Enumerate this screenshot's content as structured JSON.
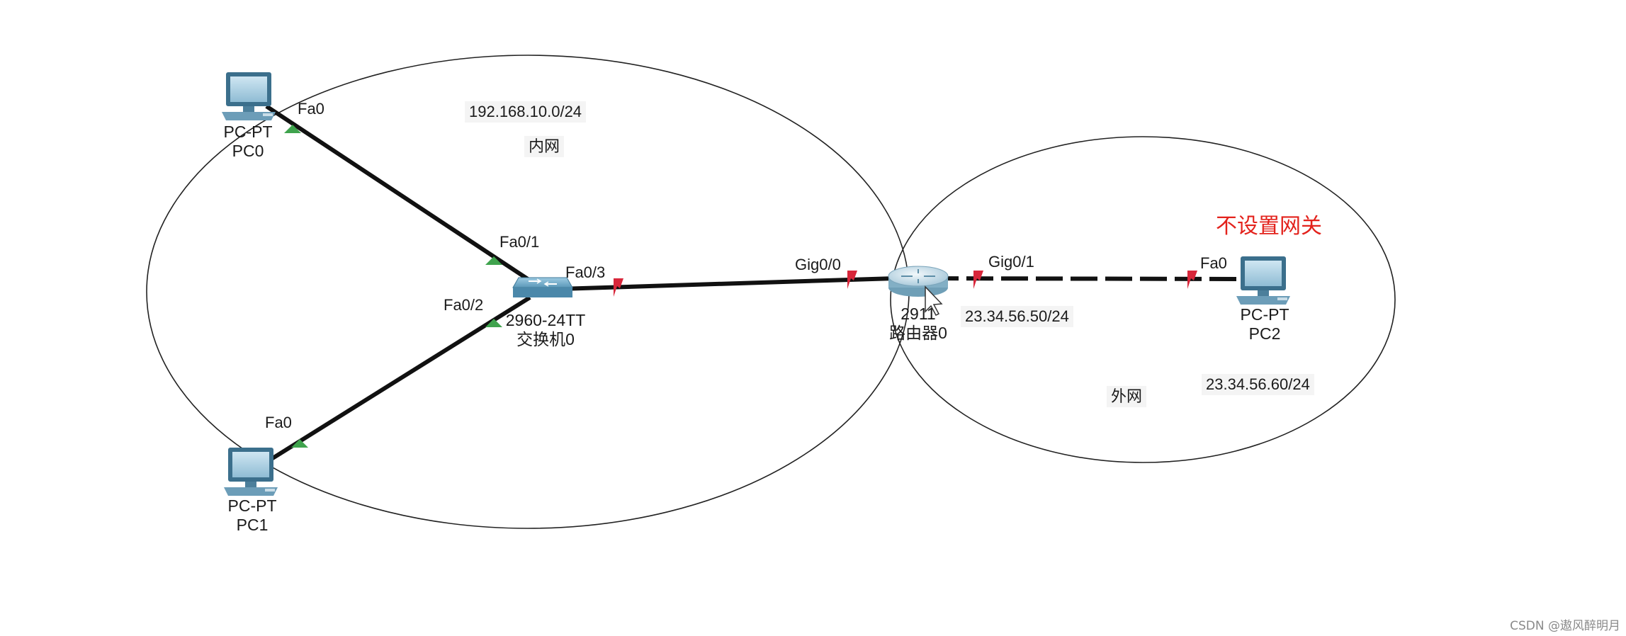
{
  "lan": {
    "subnet": "192.168.10.0/24",
    "name": "内网"
  },
  "wan": {
    "name": "外网",
    "router_ip": "23.34.56.50/24",
    "pc2_ip": "23.34.56.60/24",
    "note": "不设置网关"
  },
  "devices": {
    "pc0": {
      "type": "PC-PT",
      "name": "PC0"
    },
    "pc1": {
      "type": "PC-PT",
      "name": "PC1"
    },
    "pc2": {
      "type": "PC-PT",
      "name": "PC2"
    },
    "switch": {
      "type": "2960-24TT",
      "name": "交换机0"
    },
    "router": {
      "type": "2911",
      "name": "路由器0"
    }
  },
  "ports": {
    "pc0": "Fa0",
    "pc1": "Fa0",
    "pc2": "Fa0",
    "sw1": "Fa0/1",
    "sw2": "Fa0/2",
    "sw3": "Fa0/3",
    "rg0": "Gig0/0",
    "rg1": "Gig0/1"
  },
  "watermark": "CSDN @遨风醉明月",
  "colors": {
    "link": "#111111",
    "port_up": "#3fa34d",
    "port_down": "#d8263a",
    "note": "#e3221c"
  }
}
